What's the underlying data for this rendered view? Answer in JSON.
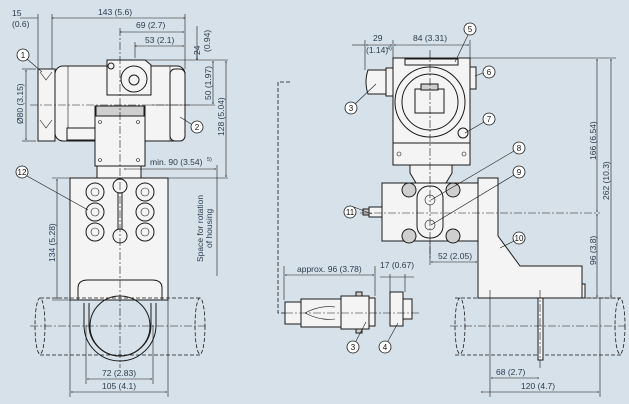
{
  "title": "Dimensional drawing: pressure transmitter with mounting bracket",
  "dimensions": {
    "d15": "15",
    "d15_in": "(0.6)",
    "d143": "143 (5.6)",
    "d69": "69 (2.7)",
    "d53": "53 (2.1)",
    "d24": "24",
    "d24_in": "(0.94)",
    "d50": "50 (1.97)",
    "d80": "Ø80 (3.15)",
    "d128": "128 (5.04)",
    "min90": "min. 90 (3.54)",
    "min90_note": "5)",
    "d134": "134 (5.28)",
    "rotation_space_1": "Space for rotation",
    "rotation_space_2": "of housing",
    "d72": "72 (2.83)",
    "d105": "105 (4.1)",
    "d29": "29",
    "d29_in": "(1.14)",
    "d29_note": "4)",
    "d84": "84 (3.31)",
    "d166": "166 (6.54)",
    "d262": "262 (10.3)",
    "d96v": "96 (3.8)",
    "d52": "52 (2.05)",
    "approx96": "approx. 96 (3.78)",
    "d17": "17 (0.67)",
    "d68": "68 (2.7)",
    "d120": "120 (4.7)"
  },
  "callouts": [
    "1",
    "2",
    "3",
    "3",
    "4",
    "5",
    "6",
    "7",
    "8",
    "9",
    "10",
    "11",
    "12"
  ]
}
